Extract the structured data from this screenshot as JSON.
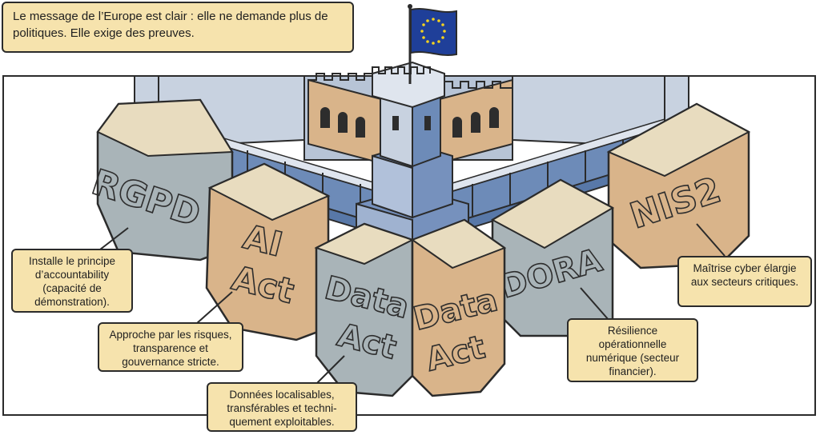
{
  "header_message": "Le message de l’Europe est clair : elle ne demande plus de politiques. Elle exige des preuves.",
  "blocks": [
    {
      "id": "rgpd",
      "label": "RGPD"
    },
    {
      "id": "ai-act",
      "label_line1": "AI",
      "label_line2": "Act"
    },
    {
      "id": "data-act-front",
      "label_line1": "Data",
      "label_line2": "Act"
    },
    {
      "id": "data-act-right",
      "label_line1": "Data",
      "label_line2": "Act"
    },
    {
      "id": "dora",
      "label": "DORA"
    },
    {
      "id": "nis2",
      "label": "NIS2"
    }
  ],
  "callouts": {
    "rgpd": "Installe le principe d’accountability (capacité de démonstration).",
    "ai_act": "Approche par les risques, transparence et gouvernance stricte.",
    "data_act": "Données localisables, transférables et techni-quement exploitables.",
    "dora": "Résilience opérationnelle numérique (secteur financier).",
    "nis2": "Maîtrise cyber élargie aux secteurs critiques."
  },
  "colors": {
    "stone_grey": "#a9b4b8",
    "stone_tan": "#d9b48a",
    "wall_blue": "#5878a8",
    "wall_light": "#c8d2e0",
    "callout_fill": "#f6e3ad",
    "flag_blue": "#1f3f99",
    "flag_stars": "#f4d21f"
  }
}
